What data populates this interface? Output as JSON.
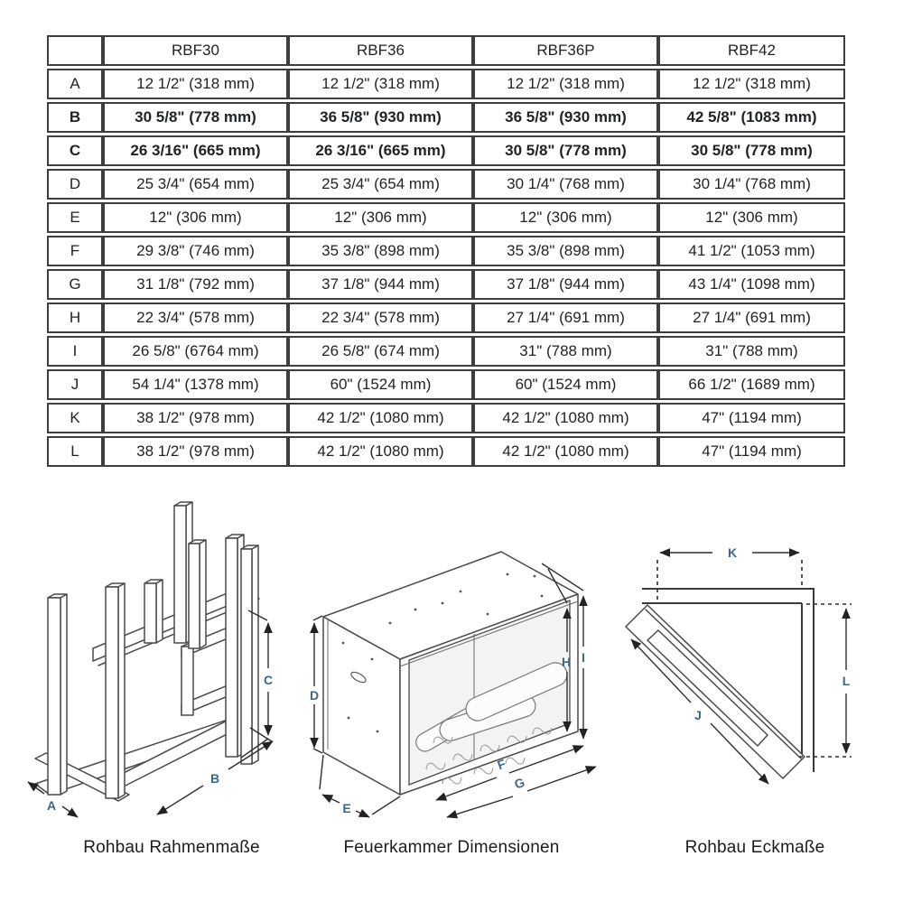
{
  "table": {
    "columns": [
      "",
      "RBF30",
      "RBF36",
      "RBF36P",
      "RBF42"
    ],
    "rows": [
      {
        "label": "A",
        "values": [
          "12 1/2\" (318 mm)",
          "12 1/2\" (318 mm)",
          "12 1/2\" (318 mm)",
          "12 1/2\" (318 mm)"
        ]
      },
      {
        "label": "B",
        "values": [
          "30 5/8\" (778 mm)",
          "36 5/8\" (930 mm)",
          "36 5/8\" (930 mm)",
          "42 5/8\" (1083 mm)"
        ]
      },
      {
        "label": "C",
        "values": [
          "26 3/16\" (665 mm)",
          "26 3/16\" (665 mm)",
          "30 5/8\" (778 mm)",
          "30 5/8\" (778 mm)"
        ]
      },
      {
        "label": "D",
        "values": [
          "25 3/4\" (654 mm)",
          "25 3/4\" (654 mm)",
          "30 1/4\" (768 mm)",
          "30 1/4\" (768 mm)"
        ]
      },
      {
        "label": "E",
        "values": [
          "12\" (306 mm)",
          "12\" (306 mm)",
          "12\" (306 mm)",
          "12\" (306 mm)"
        ]
      },
      {
        "label": "F",
        "values": [
          "29 3/8\" (746 mm)",
          "35 3/8\" (898 mm)",
          "35 3/8\" (898 mm)",
          "41 1/2\" (1053 mm)"
        ]
      },
      {
        "label": "G",
        "values": [
          "31 1/8\" (792 mm)",
          "37 1/8\" (944 mm)",
          "37 1/8\" (944 mm)",
          "43 1/4\" (1098 mm)"
        ]
      },
      {
        "label": "H",
        "values": [
          "22 3/4\" (578 mm)",
          "22 3/4\" (578 mm)",
          "27 1/4\" (691 mm)",
          "27 1/4\" (691 mm)"
        ]
      },
      {
        "label": "I",
        "values": [
          "26 5/8\" (6764 mm)",
          "26 5/8\" (674 mm)",
          "31\" (788 mm)",
          "31\" (788 mm)"
        ]
      },
      {
        "label": "J",
        "values": [
          "54 1/4\" (1378 mm)",
          "60\" (1524 mm)",
          "60\" (1524 mm)",
          "66 1/2\" (1689 mm)"
        ]
      },
      {
        "label": "K",
        "values": [
          "38 1/2\" (978 mm)",
          "42 1/2\" (1080 mm)",
          "42 1/2\" (1080 mm)",
          "47\" (1194 mm)"
        ]
      },
      {
        "label": "L",
        "values": [
          "38 1/2\" (978 mm)",
          "42 1/2\" (1080 mm)",
          "42 1/2\" (1080 mm)",
          "47\" (1194 mm)"
        ]
      }
    ]
  },
  "diagrams": {
    "framing": {
      "caption": "Rohbau Rahmenmaße",
      "labels": [
        "A",
        "B",
        "C"
      ]
    },
    "firebox": {
      "caption": "Feuerkammer Dimensionen",
      "labels": [
        "D",
        "E",
        "F",
        "G",
        "H",
        "I"
      ]
    },
    "corner": {
      "caption": "Rohbau Eckmaße",
      "labels": [
        "J",
        "K",
        "L"
      ]
    }
  },
  "colors": {
    "table_border": "#3e3e3e",
    "drawing_line": "#4a4a4a",
    "dimension_label": "#3d6786",
    "text": "#202427"
  }
}
